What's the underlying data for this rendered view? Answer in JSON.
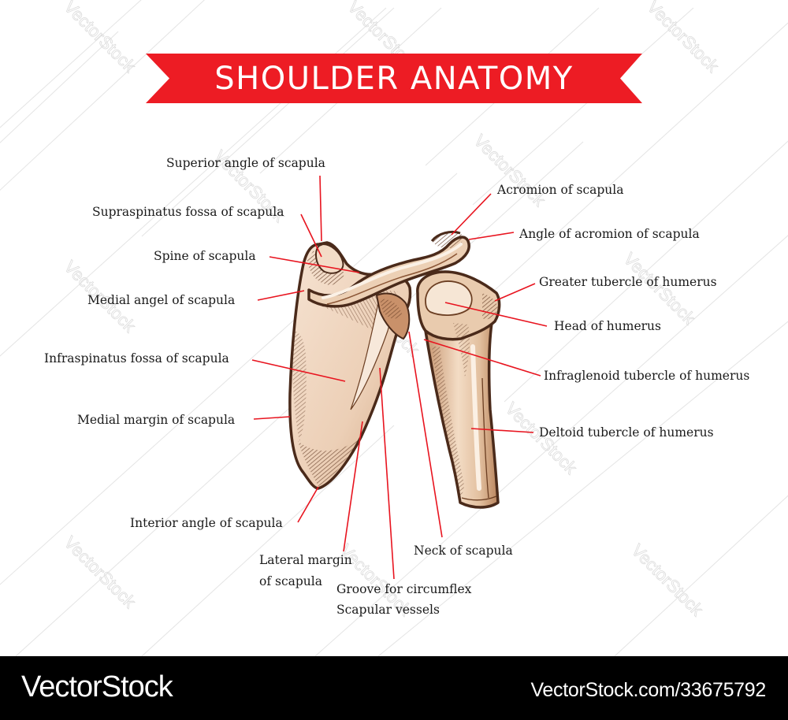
{
  "title": "SHOULDER ANATOMY",
  "colors": {
    "ribbon": "#ed1c24",
    "leader_line": "#e8141f",
    "bone_light": "#f5e1cf",
    "bone_mid": "#dcb38f",
    "bone_dark": "#a8704a",
    "outline": "#4a2a1a",
    "text": "#1a1a1a",
    "footer_bg": "#000000",
    "footer_text": "#ffffff"
  },
  "labels": {
    "superior_angle": "Superior angle of scapula",
    "supraspinatus_fossa": "Supraspinatus fossa of scapula",
    "spine": "Spine of scapula",
    "medial_angle": "Medial angel of scapula",
    "infraspinatus_fossa": "Infraspinatus fossa of scapula",
    "medial_margin": "Medial margin of scapula",
    "interior_angle": "Interior angle of scapula",
    "lateral_margin_line1": "Lateral margin",
    "lateral_margin_line2": "of scapula",
    "groove_line1": "Groove for circumflex",
    "groove_line2": "Scapular vessels",
    "neck": "Neck of scapula",
    "acromion": "Acromion of scapula",
    "angle_acromion": "Angle of acromion of scapula",
    "greater_tubercle": "Greater tubercle of humerus",
    "head_humerus": "Head of humerus",
    "infraglenoid": "Infraglenoid tubercle of humerus",
    "deltoid_tubercle": "Deltoid tubercle of humerus"
  },
  "icons": {
    "scapula": "scapula-bone-illustration",
    "humerus": "humerus-bone-illustration"
  },
  "footer": {
    "brand": "VectorStock",
    "url": "VectorStock.com/33675792"
  },
  "watermark": "VectorStock"
}
